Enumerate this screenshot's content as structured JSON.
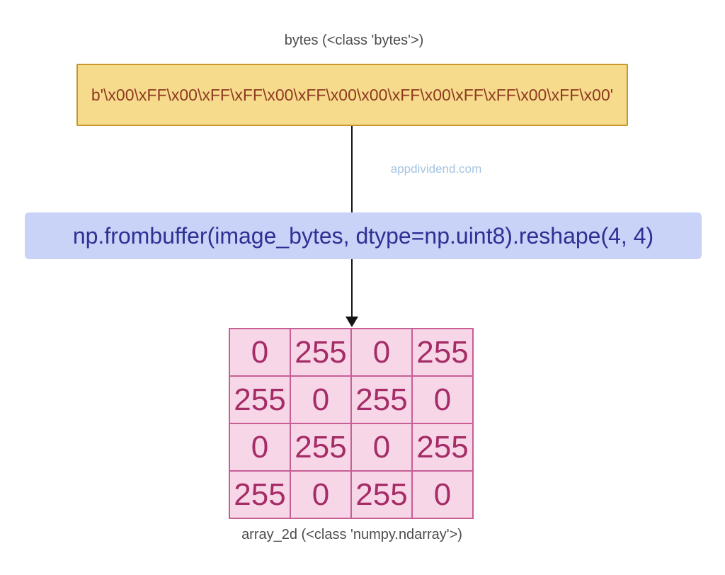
{
  "diagram": {
    "top_label": "bytes (<class 'bytes'>)",
    "bytes_box": {
      "text": "b'\\x00\\xFF\\x00\\xFF\\xFF\\x00\\xFF\\x00\\x00\\xFF\\x00\\xFF\\xFF\\x00\\xFF\\x00'",
      "fill": "#f6db8d",
      "border": "#c9962e",
      "text_color": "#8e3a20"
    },
    "watermark": "appdividend.com",
    "watermark_color": "#a6c4e2",
    "code_box": {
      "text": "np.frombuffer(image_bytes, dtype=np.uint8).reshape(4, 4)",
      "fill": "#c9d2f7",
      "text_color": "#2e3093"
    },
    "array_table": {
      "rows": [
        [
          "0",
          "255",
          "0",
          "255"
        ],
        [
          "255",
          "0",
          "255",
          "0"
        ],
        [
          "0",
          "255",
          "0",
          "255"
        ],
        [
          "255",
          "0",
          "255",
          "0"
        ]
      ],
      "fill": "#f7d6e8",
      "border": "#c75f95",
      "text_color": "#a52c66"
    },
    "bottom_label": "array_2d (<class 'numpy.ndarray'>)",
    "label_color": "#4d4d4d",
    "connector_color": "#141414",
    "background": "#ffffff"
  }
}
